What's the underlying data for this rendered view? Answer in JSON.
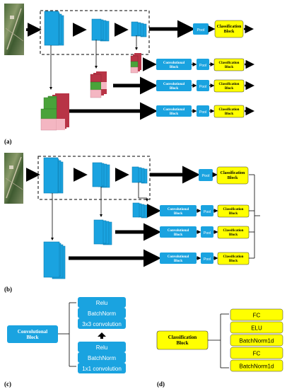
{
  "labels": {
    "conv_block": "Convolutional Block",
    "pool": "Pool",
    "classification_block": "Classification Block"
  },
  "panels": {
    "a": "(a)",
    "b": "(b)",
    "c": "(c)",
    "d": "(d)"
  },
  "conv_block_detail": {
    "title": "Convolutional Block",
    "upper_stack": [
      "Relu",
      "BatchNorm",
      "3x3 convolution"
    ],
    "lower_stack": [
      "Relu",
      "BatchNorm",
      "1x1 convolution"
    ]
  },
  "classification_block_detail": {
    "title": "Classification Block",
    "layers": [
      "FC",
      "ELU",
      "BatchNorm1d",
      "FC",
      "BatchNorm1d"
    ]
  },
  "colors": {
    "conv_blue": "#1aa3e0",
    "conv_dark": "#0e7fb3",
    "yellow": "#ffff00",
    "arrow": "#000000",
    "red": "#b83446",
    "green": "#4aa33a",
    "pink": "#f4b6c2"
  }
}
